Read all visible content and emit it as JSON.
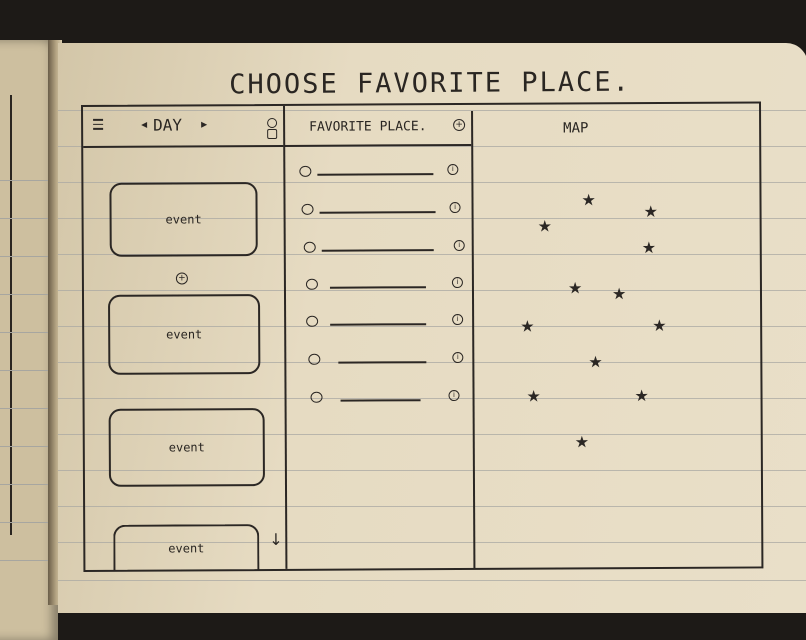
{
  "title": "CHOOSE FAVORITE PLACE.",
  "day_panel": {
    "header": "DAY",
    "events": [
      "event",
      "event",
      "event",
      "event"
    ]
  },
  "favorites_panel": {
    "header": "FAVORITE PLACE.",
    "items": [
      {},
      {},
      {},
      {},
      {},
      {},
      {}
    ]
  },
  "map_panel": {
    "header": "MAP",
    "pins": [
      {},
      {},
      {},
      {},
      {},
      {},
      {},
      {},
      {},
      {},
      {},
      {},
      {}
    ]
  },
  "icons": [
    "hamburger-menu-icon",
    "prev-arrow-icon",
    "next-arrow-icon",
    "profile-icon",
    "add-icon",
    "info-icon",
    "scroll-down-icon",
    "star-icon"
  ]
}
